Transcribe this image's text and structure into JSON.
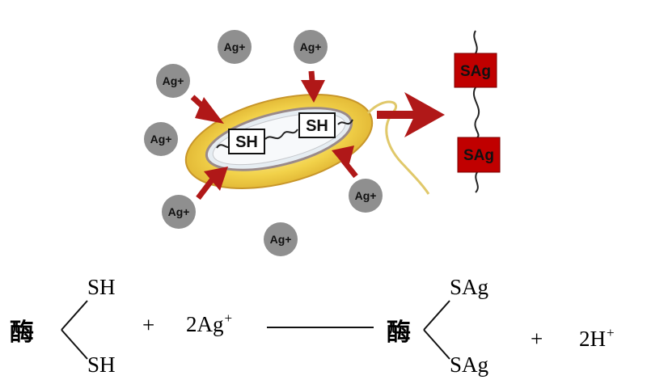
{
  "diagram": {
    "ions": [
      {
        "label": "Ag+"
      },
      {
        "label": "Ag+"
      },
      {
        "label": "Ag+"
      },
      {
        "label": "Ag+"
      },
      {
        "label": "Ag+"
      },
      {
        "label": "Ag+"
      },
      {
        "label": "Ag+"
      }
    ],
    "thiol_groups": [
      "SH",
      "SH"
    ],
    "products": [
      "SAg",
      "SAg"
    ],
    "colors": {
      "ion_fill": "#8f8f8f",
      "arrow": "#b01818",
      "product_fill": "#c00000",
      "cell_body": "#f2d24a",
      "cell_inner": "#e6edf2"
    }
  },
  "equation": {
    "enzyme_left": "酶",
    "reactant_top": "SH",
    "reactant_bottom": "SH",
    "plus1": "+",
    "ion_coeff": "2Ag",
    "ion_charge": "+",
    "enzyme_right": "酶",
    "product_top": "SAg",
    "product_bottom": "SAg",
    "plus2": "+",
    "proton": "2H",
    "proton_charge": "+"
  }
}
